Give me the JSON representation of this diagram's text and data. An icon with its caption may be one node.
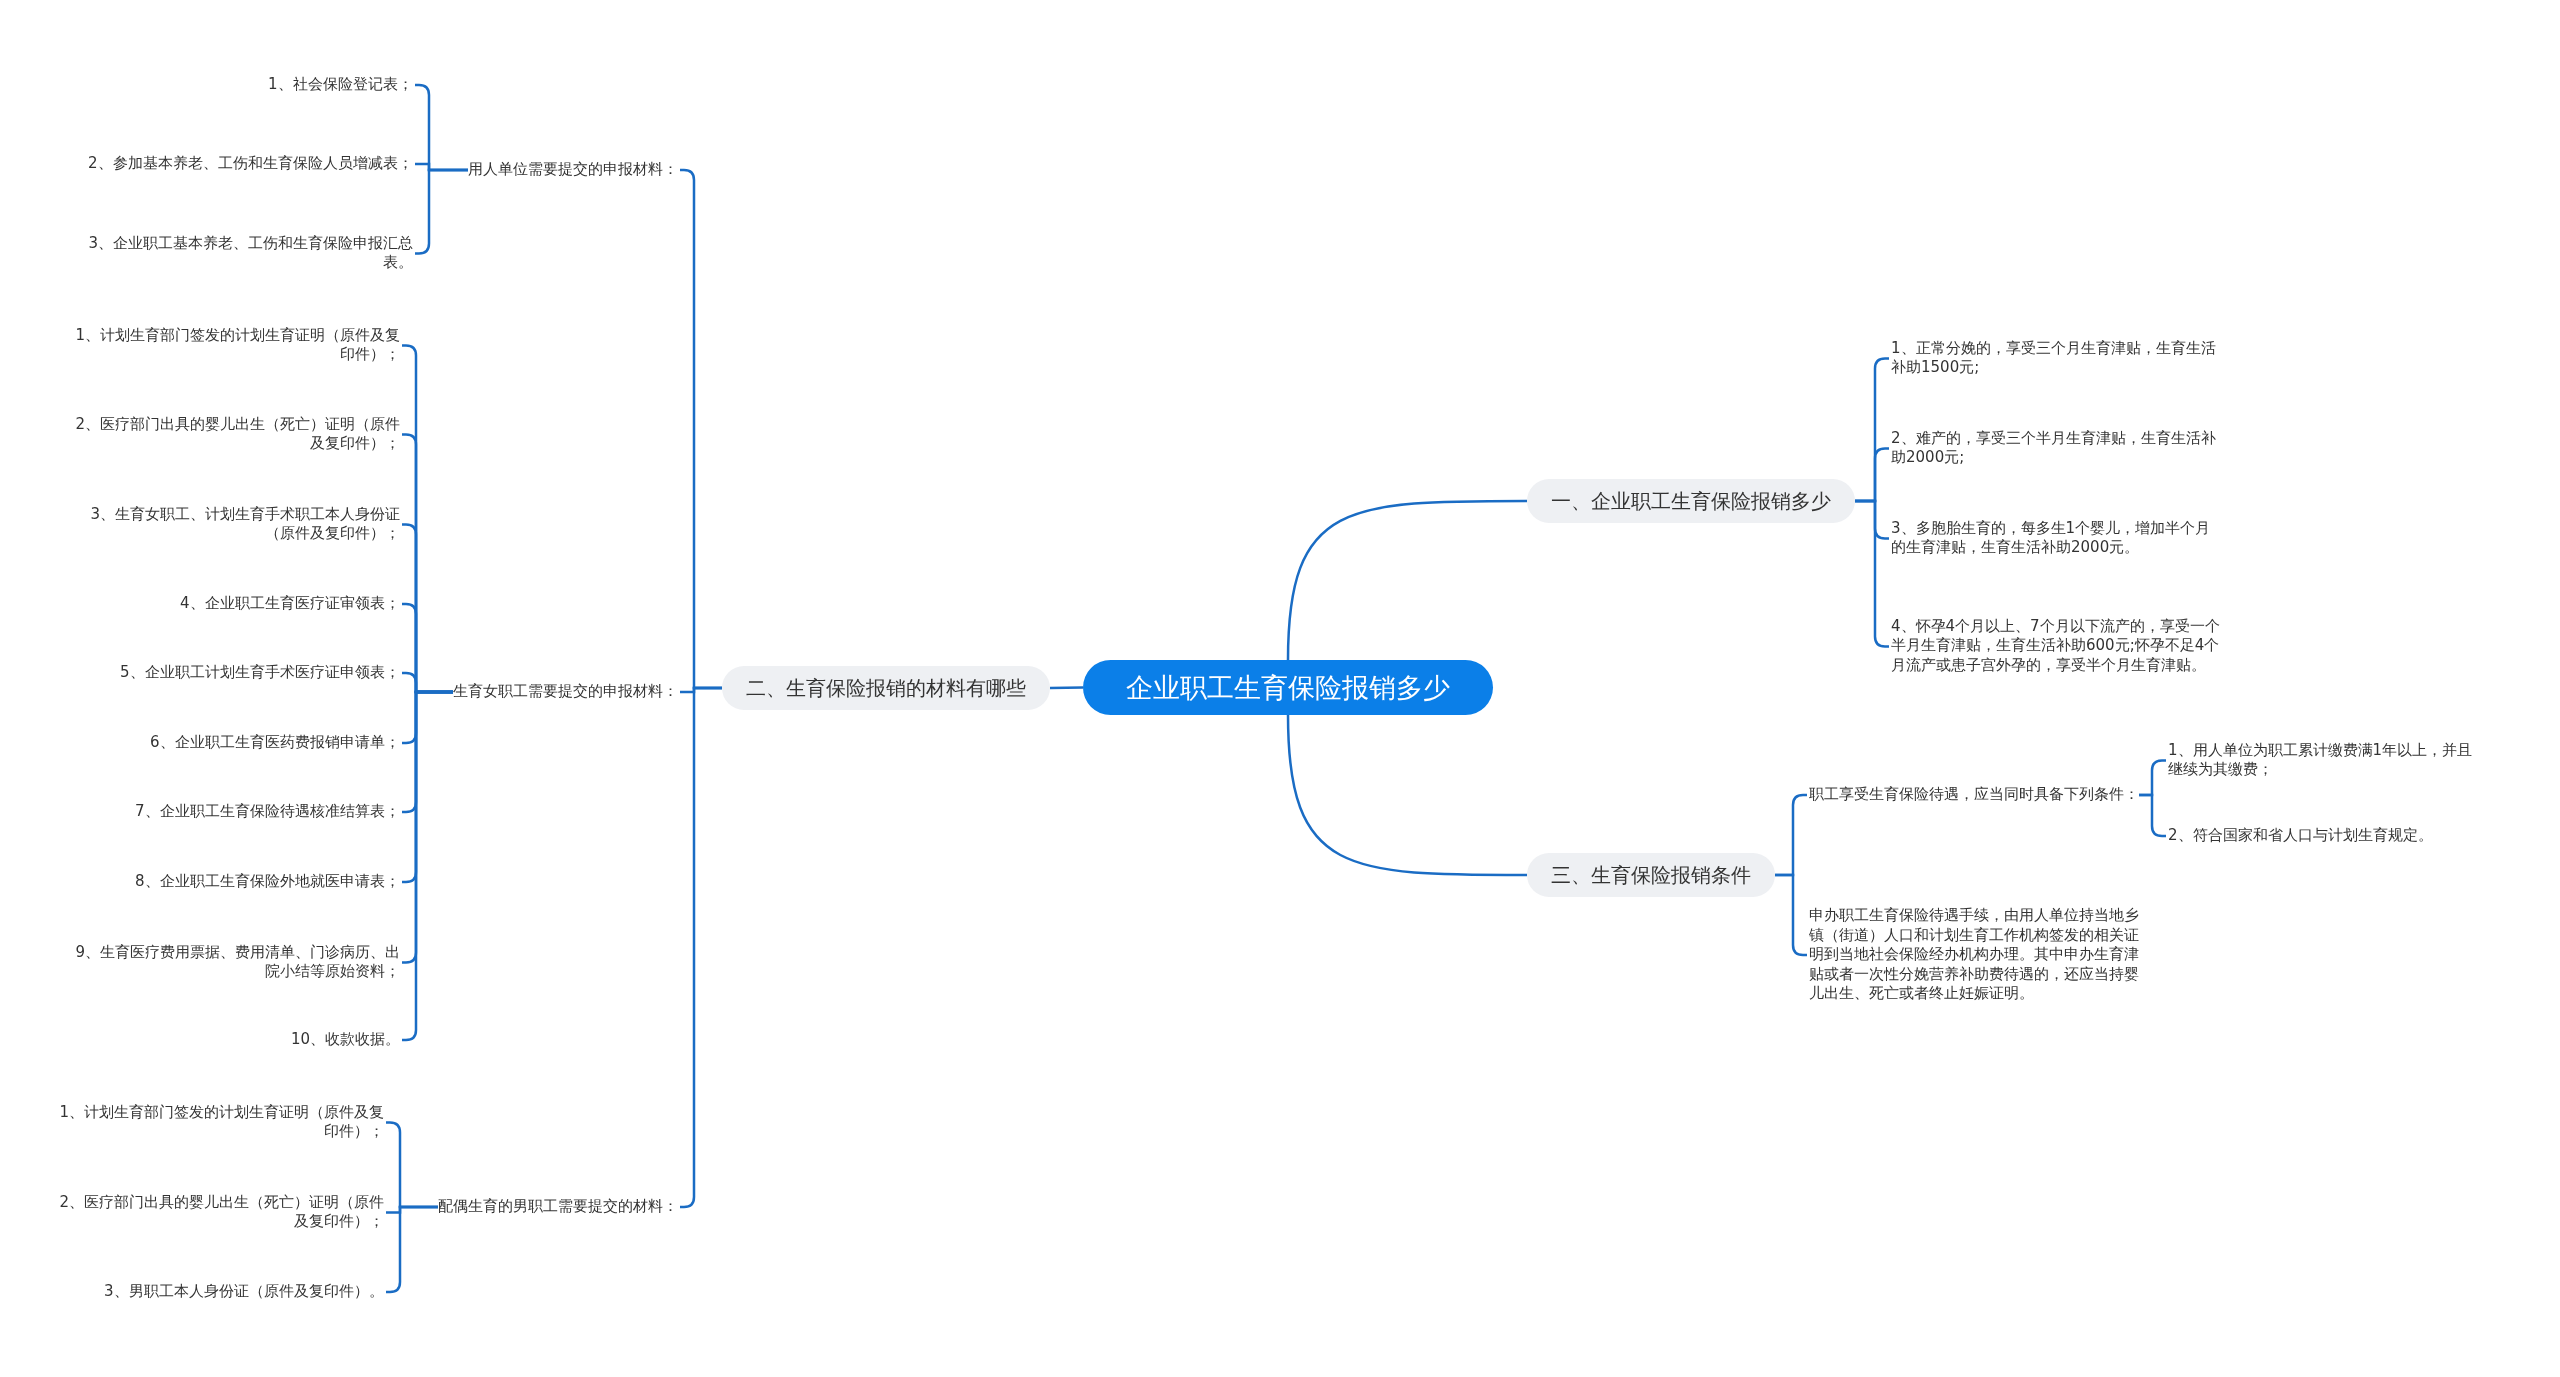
{
  "diagram": {
    "nodes": [
      {
        "text": [
          "企业职工生育保险报销多少"
        ]
      },
      {
        "text": [
          "一、企业职工生育保险报销多少"
        ]
      },
      {
        "text": [
          "1、正常分娩的，享受三个月生育津贴，生育生活补助1500元;"
        ]
      },
      {
        "text": [
          "2、难产的，享受三个半月生育津贴，生育生活补助2000元;"
        ]
      },
      {
        "text": [
          "3、多胞胎生育的，每多生1个婴儿，增加半个月的生育津贴，生育生活补助2000元。"
        ]
      },
      {
        "text": [
          "4、怀孕4个月以上、7个月以下流产的，享受一个半月生育津贴，生育生活补助600元;怀孕不足4个月流产或患子宫外孕的，享受半个月生育津贴。"
        ]
      },
      {
        "text": [
          "二、生育保险报销的材料有哪些"
        ]
      },
      {
        "text": [
          "用人单位需要提交的申报材料："
        ]
      },
      {
        "text": [
          "1、社会保险登记表；"
        ]
      },
      {
        "text": [
          "2、参加基本养老、工伤和生育保险人员增减表；"
        ]
      },
      {
        "text": [
          "3、企业职工基本养老、工伤和生育保险申报汇总表。"
        ]
      },
      {
        "text": [
          "生育女职工需要提交的申报材料："
        ]
      },
      {
        "text": [
          "1、计划生育部门签发的计划生育证明（原件及复印件）；"
        ]
      },
      {
        "text": [
          "2、医疗部门出具的婴儿出生（死亡）证明（原件及复印件）；"
        ]
      },
      {
        "text": [
          "3、生育女职工、计划生育手术职工本人身份证（原件及复印件）；"
        ]
      },
      {
        "text": [
          "4、企业职工生育医疗证审领表；"
        ]
      },
      {
        "text": [
          "5、企业职工计划生育手术医疗证申领表；"
        ]
      },
      {
        "text": [
          "6、企业职工生育医药费报销申请单；"
        ]
      },
      {
        "text": [
          "7、企业职工生育保险待遇核准结算表；"
        ]
      },
      {
        "text": [
          "8、企业职工生育保险外地就医申请表；"
        ]
      },
      {
        "text": [
          "9、生育医疗费用票据、费用清单、门诊病历、出院小结等原始资料；"
        ]
      },
      {
        "text": [
          "10、收款收据。"
        ]
      },
      {
        "text": [
          "配偶生育的男职工需要提交的材料："
        ]
      },
      {
        "text": [
          "1、计划生育部门签发的计划生育证明（原件及复印件）；"
        ]
      },
      {
        "text": [
          "2、医疗部门出具的婴儿出生（死亡）证明（原件及复印件）；"
        ]
      },
      {
        "text": [
          "3、男职工本人身份证（原件及复印件）。"
        ]
      },
      {
        "text": [
          "三、生育保险报销条件"
        ]
      },
      {
        "text": [
          "职工享受生育保险待遇，应当同时具备下列条件："
        ]
      },
      {
        "text": [
          "1、用人单位为职工累计缴费满1年以上，并且继续为其缴费；"
        ]
      },
      {
        "text": [
          "2、符合国家和省人口与计划生育规定。"
        ]
      },
      {
        "text": [
          "申办职工生育保险待遇手续，由用人单位持当地乡镇（街道）人口和计划生育工作机构签发的相关证明到当地社会保险经办机构办理。其中申办生育津贴或者一次性分娩营养补助费待遇的，还应当持婴儿出生、死亡或者终止妊娠证明。"
        ]
      }
    ],
    "edges": [
      {
        "from": 0,
        "to": 1,
        "arrow": "none"
      },
      {
        "from": 1,
        "to": 2,
        "arrow": "none"
      },
      {
        "from": 1,
        "to": 3,
        "arrow": "none"
      },
      {
        "from": 1,
        "to": 4,
        "arrow": "none"
      },
      {
        "from": 1,
        "to": 5,
        "arrow": "none"
      },
      {
        "from": 0,
        "to": 6,
        "arrow": "none"
      },
      {
        "from": 6,
        "to": 7,
        "arrow": "none"
      },
      {
        "from": 7,
        "to": 8,
        "arrow": "none"
      },
      {
        "from": 7,
        "to": 9,
        "arrow": "none"
      },
      {
        "from": 7,
        "to": 10,
        "arrow": "none"
      },
      {
        "from": 6,
        "to": 11,
        "arrow": "none"
      },
      {
        "from": 11,
        "to": 12,
        "arrow": "none"
      },
      {
        "from": 11,
        "to": 13,
        "arrow": "none"
      },
      {
        "from": 11,
        "to": 14,
        "arrow": "none"
      },
      {
        "from": 11,
        "to": 15,
        "arrow": "none"
      },
      {
        "from": 11,
        "to": 16,
        "arrow": "none"
      },
      {
        "from": 11,
        "to": 17,
        "arrow": "none"
      },
      {
        "from": 11,
        "to": 18,
        "arrow": "none"
      },
      {
        "from": 11,
        "to": 19,
        "arrow": "none"
      },
      {
        "from": 11,
        "to": 20,
        "arrow": "none"
      },
      {
        "from": 11,
        "to": 21,
        "arrow": "none"
      },
      {
        "from": 6,
        "to": 22,
        "arrow": "none"
      },
      {
        "from": 22,
        "to": 23,
        "arrow": "none"
      },
      {
        "from": 22,
        "to": 24,
        "arrow": "none"
      },
      {
        "from": 22,
        "to": 25,
        "arrow": "none"
      },
      {
        "from": 0,
        "to": 26,
        "arrow": "none"
      },
      {
        "from": 26,
        "to": 27,
        "arrow": "none"
      },
      {
        "from": 27,
        "to": 28,
        "arrow": "none"
      },
      {
        "from": 27,
        "to": 29,
        "arrow": "none"
      },
      {
        "from": 26,
        "to": 30,
        "arrow": "none"
      }
    ]
  }
}
